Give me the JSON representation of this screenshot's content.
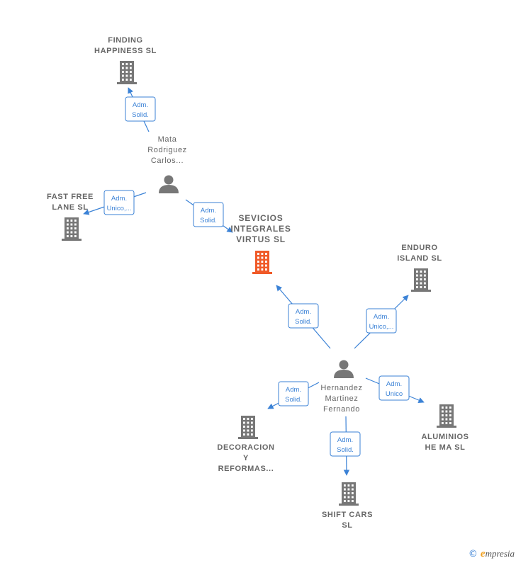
{
  "colors": {
    "edge": "#3b82d6",
    "building": "#777777",
    "building_main": "#f05a28",
    "person": "#777777",
    "label": "#666666"
  },
  "nodes": [
    {
      "id": "finding",
      "type": "company",
      "lines": [
        "FINDING",
        "HAPPINESS  SL"
      ],
      "icon": "building-icon"
    },
    {
      "id": "mata",
      "type": "person",
      "lines": [
        "Mata",
        "Rodriguez",
        "Carlos..."
      ],
      "icon": "person-icon"
    },
    {
      "id": "fastfree",
      "type": "company",
      "lines": [
        "FAST FREE",
        "LANE  SL"
      ],
      "icon": "building-icon"
    },
    {
      "id": "sevicios",
      "type": "company-main",
      "lines": [
        "SEVICIOS",
        "INTEGRALES",
        "VIRTUS  SL"
      ],
      "icon": "building-icon"
    },
    {
      "id": "enduro",
      "type": "company",
      "lines": [
        "ENDURO",
        "ISLAND  SL"
      ],
      "icon": "building-icon"
    },
    {
      "id": "hernandez",
      "type": "person",
      "lines": [
        "Hernandez",
        "Martinez",
        "Fernando"
      ],
      "icon": "person-icon"
    },
    {
      "id": "decoracion",
      "type": "company",
      "lines": [
        "DECORACION",
        "Y",
        "REFORMAS..."
      ],
      "icon": "building-icon"
    },
    {
      "id": "shiftcars",
      "type": "company",
      "lines": [
        "SHIFT CARS",
        "SL"
      ],
      "icon": "building-icon"
    },
    {
      "id": "aluminios",
      "type": "company",
      "lines": [
        "ALUMINIOS",
        "HE MA SL"
      ],
      "icon": "building-icon"
    }
  ],
  "edges": [
    {
      "from": "mata",
      "to": "finding",
      "label": [
        "Adm.",
        "Solid."
      ]
    },
    {
      "from": "mata",
      "to": "fastfree",
      "label": [
        "Adm.",
        "Unico,..."
      ]
    },
    {
      "from": "mata",
      "to": "sevicios",
      "label": [
        "Adm.",
        "Solid."
      ]
    },
    {
      "from": "hernandez",
      "to": "sevicios",
      "label": [
        "Adm.",
        "Solid."
      ]
    },
    {
      "from": "hernandez",
      "to": "enduro",
      "label": [
        "Adm.",
        "Unico,..."
      ]
    },
    {
      "from": "hernandez",
      "to": "decoracion",
      "label": [
        "Adm.",
        "Solid."
      ]
    },
    {
      "from": "hernandez",
      "to": "shiftcars",
      "label": [
        "Adm.",
        "Solid."
      ]
    },
    {
      "from": "hernandez",
      "to": "aluminios",
      "label": [
        "Adm.",
        "Unico"
      ]
    }
  ],
  "brand": {
    "copyright": "©",
    "initial": "e",
    "rest": "mpresia"
  }
}
